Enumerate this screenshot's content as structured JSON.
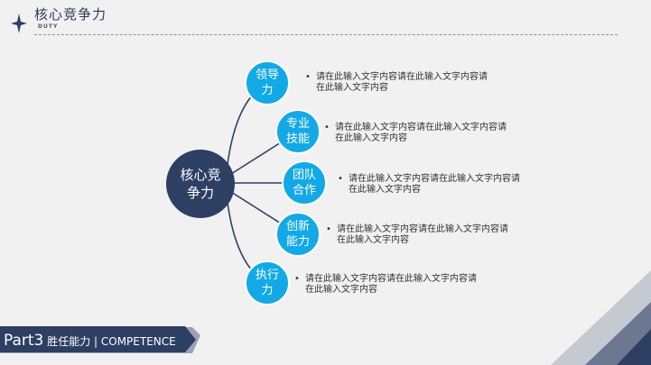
{
  "header": {
    "title": "核心竞争力",
    "subtitle": "DUTY"
  },
  "diagram": {
    "center": {
      "line1": "核心竞",
      "line2": "争力"
    },
    "nodes": [
      {
        "line1": "领导",
        "line2": "力",
        "text": "请在此输入文字内容请在此输入文字内容请在此输入文字内容"
      },
      {
        "line1": "专业",
        "line2": "技能",
        "text": "请在此输入文字内容请在此输入文字内容请在此输入文字内容"
      },
      {
        "line1": "团队",
        "line2": "合作",
        "text": "请在此输入文字内容请在此输入文字内容请在此输入文字内容"
      },
      {
        "line1": "创新",
        "line2": "能力",
        "text": "请在此输入文字内容请在此输入文字内容请在此输入文字内容"
      },
      {
        "line1": "执行",
        "line2": "力",
        "text": "请在此输入文字内容请在此输入文字内容请在此输入文字内容"
      }
    ]
  },
  "footer": {
    "part": "Part3",
    "label": " 胜任能力 | COMPETENCE"
  },
  "colors": {
    "navy": "#2d3f63",
    "accent_blue": "#12a9e6",
    "background": "#f1f1f1"
  }
}
